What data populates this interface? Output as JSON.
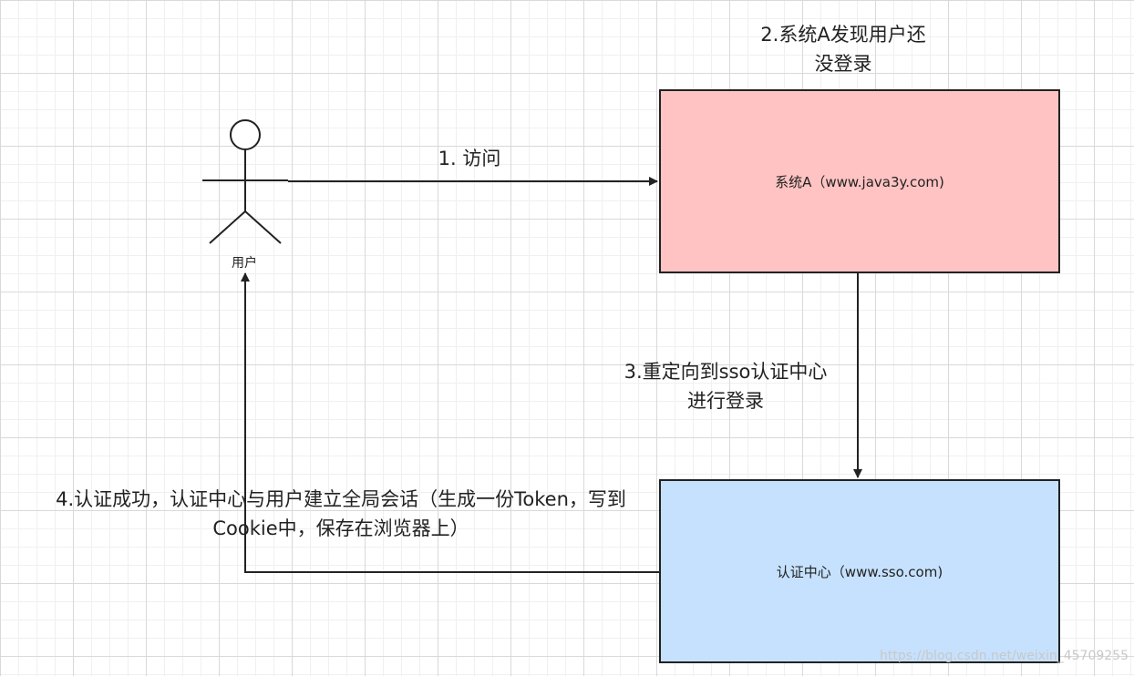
{
  "nodes": {
    "system_a": {
      "label": "系统A（www.java3y.com)",
      "fill": "#ffc3c3"
    },
    "auth_center": {
      "label": "认证中心（www.sso.com)",
      "fill": "#c6e1fd"
    },
    "user": {
      "label": "用户"
    }
  },
  "edges": {
    "visit": {
      "label": "1.  访问"
    },
    "not_logged_in": {
      "lines": [
        "2.系统A发现用户还",
        "没登录"
      ]
    },
    "redirect": {
      "lines": [
        "3.重定向到sso认证中心",
        "进行登录"
      ]
    },
    "auth_success": {
      "lines": [
        "4.认证成功，认证中心与用户建立全局会话（生成一份Token，写到",
        "Cookie中，保存在浏览器上）"
      ]
    }
  },
  "watermark": "https://blog.csdn.net/weixin_45709255",
  "colors": {
    "line": "#222222",
    "grid": "#d9d9d9"
  }
}
